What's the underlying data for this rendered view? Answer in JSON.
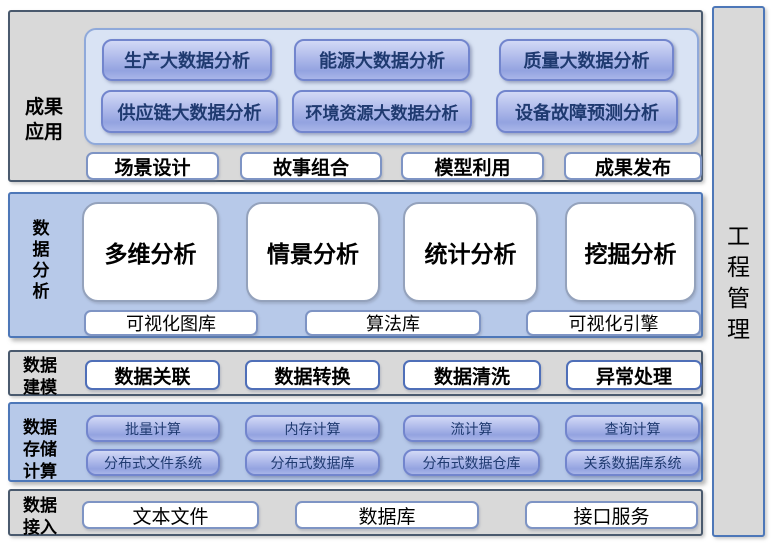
{
  "palette": {
    "row_gray_bg": "#d9d9d9",
    "row_blue_bg": "#b7c9e9",
    "panel_blue_bg": "#d9e3f4",
    "gradient_button_top": "#d2d9f6",
    "gradient_button_bottom": "#93a3e0",
    "gradient_button_border": "#7285cd",
    "gradient_button_text": "#1f3a70",
    "blue_row_border": "#4d77b8",
    "gray_row_border": "#4a5a6e",
    "white_box_border": "#7e94c4"
  },
  "right_bar": {
    "label": "工程管理"
  },
  "layers": {
    "results": {
      "label": "成果应用",
      "apps": [
        "生产大数据分析",
        "能源大数据分析",
        "质量大数据分析",
        "供应链大数据分析",
        "环境资源大数据分析",
        "设备故障预测分析"
      ],
      "actions": [
        "场景设计",
        "故事组合",
        "模型利用",
        "成果发布"
      ]
    },
    "analysis": {
      "label": "数据分析",
      "main": [
        "多维分析",
        "情景分析",
        "统计分析",
        "挖掘分析"
      ],
      "support": [
        "可视化图库",
        "算法库",
        "可视化引擎"
      ]
    },
    "modeling": {
      "label": "数据建模",
      "boxes": [
        "数据关联",
        "数据转换",
        "数据清洗",
        "异常处理"
      ]
    },
    "storage": {
      "label": "数据存储计算",
      "compute": [
        "批量计算",
        "内存计算",
        "流计算",
        "查询计算"
      ],
      "stores": [
        "分布式文件系统",
        "分布式数据库",
        "分布式数据仓库",
        "关系数据库系统"
      ]
    },
    "access": {
      "label": "数据接入",
      "boxes": [
        "文本文件",
        "数据库",
        "接口服务"
      ]
    }
  }
}
